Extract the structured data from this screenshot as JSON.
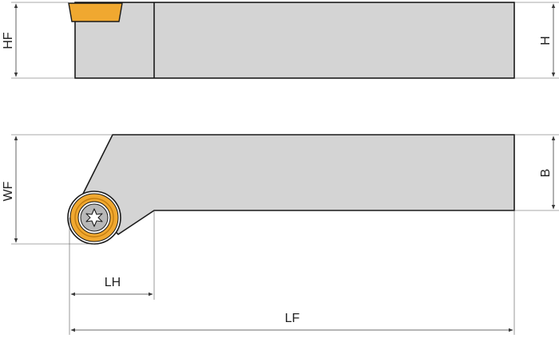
{
  "labels": {
    "hf": "HF",
    "h": "H",
    "wf": "WF",
    "b": "B",
    "lh": "LH",
    "lf": "LF"
  },
  "colors": {
    "holder": "#d4d4d4",
    "outline": "#1a1a1a",
    "insert": "#f0a830",
    "insert_dark": "#c47d10",
    "screw": "#b8b8b8"
  }
}
